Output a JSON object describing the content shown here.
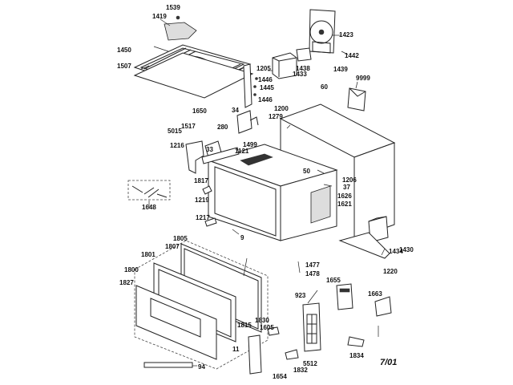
{
  "diagram": {
    "title": "Microwave oven exploded parts view",
    "date_code": "7/01",
    "part_labels": {
      "p1539": "1539",
      "p1419": "1419",
      "p1450": "1450",
      "p1507": "1507",
      "p1423": "1423",
      "p1442": "1442",
      "p1438": "1438",
      "p1433": "1433",
      "p1439": "1439",
      "p1205": "1205",
      "p1446a": "1446",
      "p1445": "1445",
      "p1446b": "1446",
      "p60": "60",
      "p9999": "9999",
      "p1650": "1650",
      "p34": "34",
      "p1200": "1200",
      "p1279": "1279",
      "p1517": "1517",
      "p5015": "5015",
      "p280": "280",
      "p1216": "1216",
      "p33": "33",
      "p1499": "1499",
      "p1121": "1121",
      "p50": "50",
      "p1206": "1206",
      "p37": "37",
      "p1626": "1626",
      "p1621": "1621",
      "p1817": "1817",
      "p1648": "1648",
      "p1219": "1219",
      "p1217": "1217",
      "p9": "9",
      "p1434": "1434",
      "p1430": "1430",
      "p1220": "1220",
      "p1477": "1477",
      "p1478": "1478",
      "p1805": "1805",
      "p1807": "1807",
      "p1801": "1801",
      "p1800": "1800",
      "p1827": "1827",
      "p1815": "1815",
      "p1830": "1830",
      "p1605": "1605",
      "p11": "11",
      "p923": "923",
      "p1655": "1655",
      "p1663": "1663",
      "p5512": "5512",
      "p1832": "1832",
      "p1834": "1834",
      "p1654": "1654",
      "p94": "94"
    }
  }
}
